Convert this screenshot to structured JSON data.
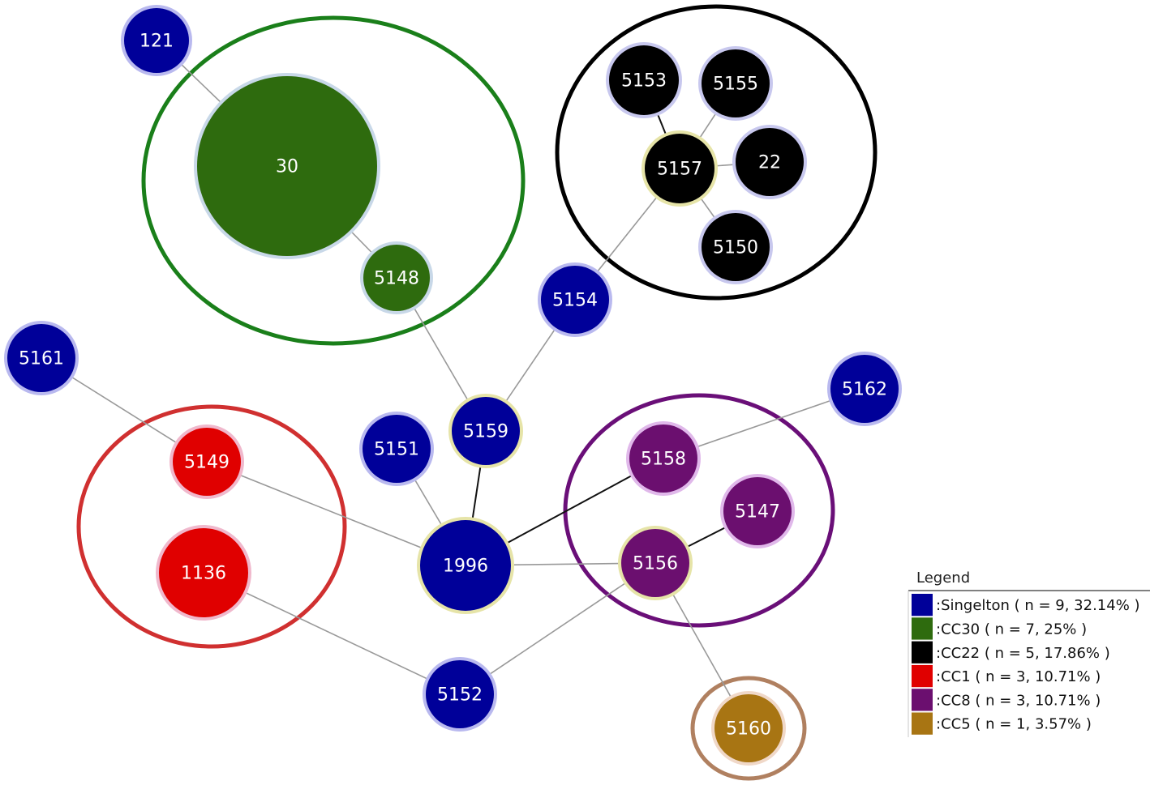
{
  "legend": {
    "title": "Legend",
    "entries": [
      {
        "label": ":Singelton ( n = 9, 32.14% )",
        "color": "#000099"
      },
      {
        "label": ":CC30 ( n = 7, 25% )",
        "color": "#2e6b0e"
      },
      {
        "label": ":CC22 ( n = 5, 17.86% )",
        "color": "#000000"
      },
      {
        "label": ":CC1 ( n = 3, 10.71% )",
        "color": "#e00000"
      },
      {
        "label": ":CC8 ( n = 3, 10.71% )",
        "color": "#6b0f6f"
      },
      {
        "label": ":CC5 ( n = 1, 3.57% )",
        "color": "#a87513"
      }
    ]
  },
  "groups": {
    "Singleton": {
      "color": "#000099",
      "halo": "#b9b9ef"
    },
    "CC30": {
      "color": "#2e6b0e",
      "halo": "#c8d8e8",
      "ring": "#1a7f1a"
    },
    "CC22": {
      "color": "#000000",
      "halo": "#c8c8ee",
      "ring": "#000000"
    },
    "CC1": {
      "color": "#e00000",
      "halo": "#f0b8cc",
      "ring": "#d03030"
    },
    "CC8": {
      "color": "#6b0f6f",
      "halo": "#e0b8ea",
      "ring": "#6a0f78"
    },
    "CC5": {
      "color": "#a87513",
      "halo": "#f0d8c8",
      "ring": "#b08060"
    }
  },
  "nodes": [
    {
      "id": "121",
      "group": "Singleton"
    },
    {
      "id": "30",
      "group": "CC30"
    },
    {
      "id": "5148",
      "group": "CC30"
    },
    {
      "id": "5153",
      "group": "CC22"
    },
    {
      "id": "5155",
      "group": "CC22"
    },
    {
      "id": "5157",
      "group": "CC22",
      "founder": true
    },
    {
      "id": "22",
      "group": "CC22"
    },
    {
      "id": "5150",
      "group": "CC22"
    },
    {
      "id": "5154",
      "group": "Singleton"
    },
    {
      "id": "5161",
      "group": "Singleton"
    },
    {
      "id": "5162",
      "group": "Singleton"
    },
    {
      "id": "5159",
      "group": "Singleton",
      "founder": true
    },
    {
      "id": "5151",
      "group": "Singleton"
    },
    {
      "id": "5149",
      "group": "CC1"
    },
    {
      "id": "1136",
      "group": "CC1"
    },
    {
      "id": "1996",
      "group": "Singleton",
      "founder": true
    },
    {
      "id": "5158",
      "group": "CC8"
    },
    {
      "id": "5147",
      "group": "CC8"
    },
    {
      "id": "5156",
      "group": "CC8",
      "founder": true
    },
    {
      "id": "5152",
      "group": "Singleton"
    },
    {
      "id": "5160",
      "group": "CC5"
    }
  ],
  "edges": [
    {
      "from": "121",
      "to": "30",
      "dark": false
    },
    {
      "from": "30",
      "to": "5148",
      "dark": false
    },
    {
      "from": "5148",
      "to": "5159",
      "dark": false
    },
    {
      "from": "5153",
      "to": "5157",
      "dark": true
    },
    {
      "from": "5155",
      "to": "5157",
      "dark": false
    },
    {
      "from": "22",
      "to": "5157",
      "dark": false
    },
    {
      "from": "5150",
      "to": "5157",
      "dark": false
    },
    {
      "from": "5157",
      "to": "5154",
      "dark": false
    },
    {
      "from": "5154",
      "to": "5159",
      "dark": false
    },
    {
      "from": "5159",
      "to": "1996",
      "dark": true
    },
    {
      "from": "5161",
      "to": "5149",
      "dark": false
    },
    {
      "from": "5149",
      "to": "1996",
      "dark": false
    },
    {
      "from": "5151",
      "to": "1996",
      "dark": false
    },
    {
      "from": "1996",
      "to": "5158",
      "dark": true
    },
    {
      "from": "1996",
      "to": "5156",
      "dark": false
    },
    {
      "from": "5158",
      "to": "5162",
      "dark": false
    },
    {
      "from": "5147",
      "to": "5156",
      "dark": true
    },
    {
      "from": "5156",
      "to": "5152",
      "dark": false
    },
    {
      "from": "5156",
      "to": "5160",
      "dark": false
    },
    {
      "from": "1136",
      "to": "5152",
      "dark": false
    }
  ]
}
